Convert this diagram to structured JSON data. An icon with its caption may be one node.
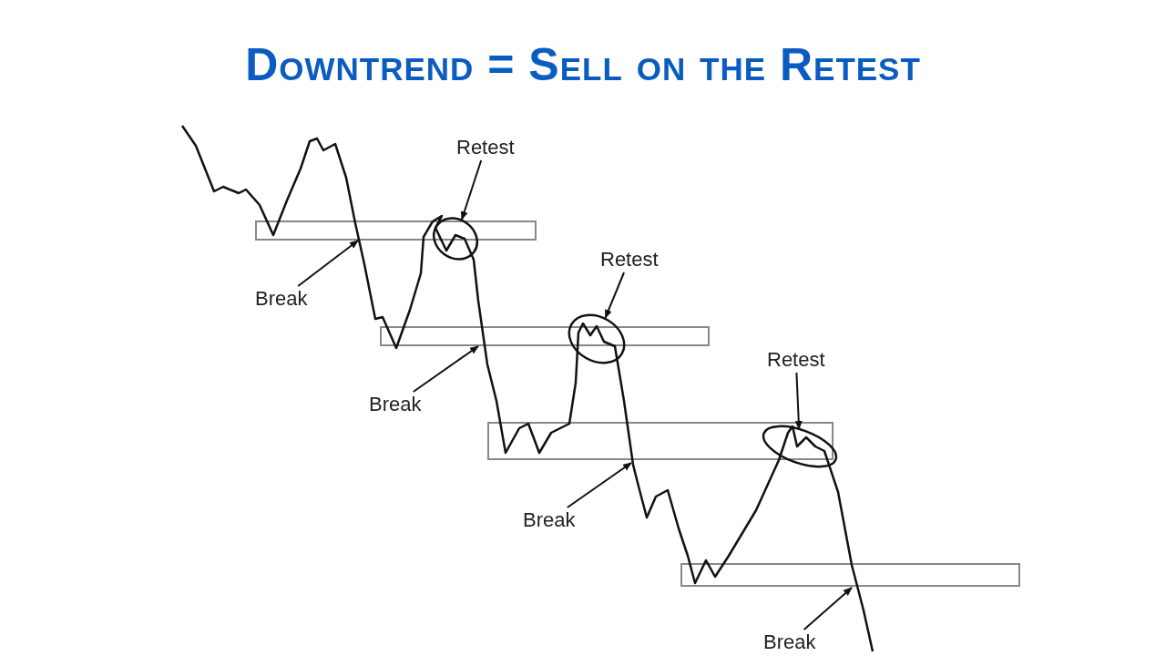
{
  "diagram": {
    "title": "Downtrend = Sell on the Retest",
    "nodes": [
      {
        "text": [
          "Retest"
        ]
      },
      {
        "text": [],
        "shape": "circle"
      },
      {
        "text": [
          "Break"
        ]
      },
      {
        "text": [
          "Retest"
        ]
      },
      {
        "text": [],
        "shape": "circle"
      },
      {
        "text": [
          "Break"
        ]
      },
      {
        "text": [
          "Retest"
        ]
      },
      {
        "text": [],
        "shape": "circle"
      },
      {
        "text": [
          "Break"
        ]
      },
      {
        "text": [
          "Break"
        ]
      }
    ],
    "edges": [
      {
        "from": 0,
        "to": 1,
        "arrow": "to"
      },
      {
        "from": 2,
        "to": null,
        "arrow": "to"
      },
      {
        "from": 3,
        "to": 4,
        "arrow": "to"
      },
      {
        "from": 5,
        "to": null,
        "arrow": "to"
      },
      {
        "from": 6,
        "to": 7,
        "arrow": "to"
      },
      {
        "from": 8,
        "to": null,
        "arrow": "to"
      },
      {
        "from": 9,
        "to": null,
        "arrow": "to"
      }
    ]
  }
}
